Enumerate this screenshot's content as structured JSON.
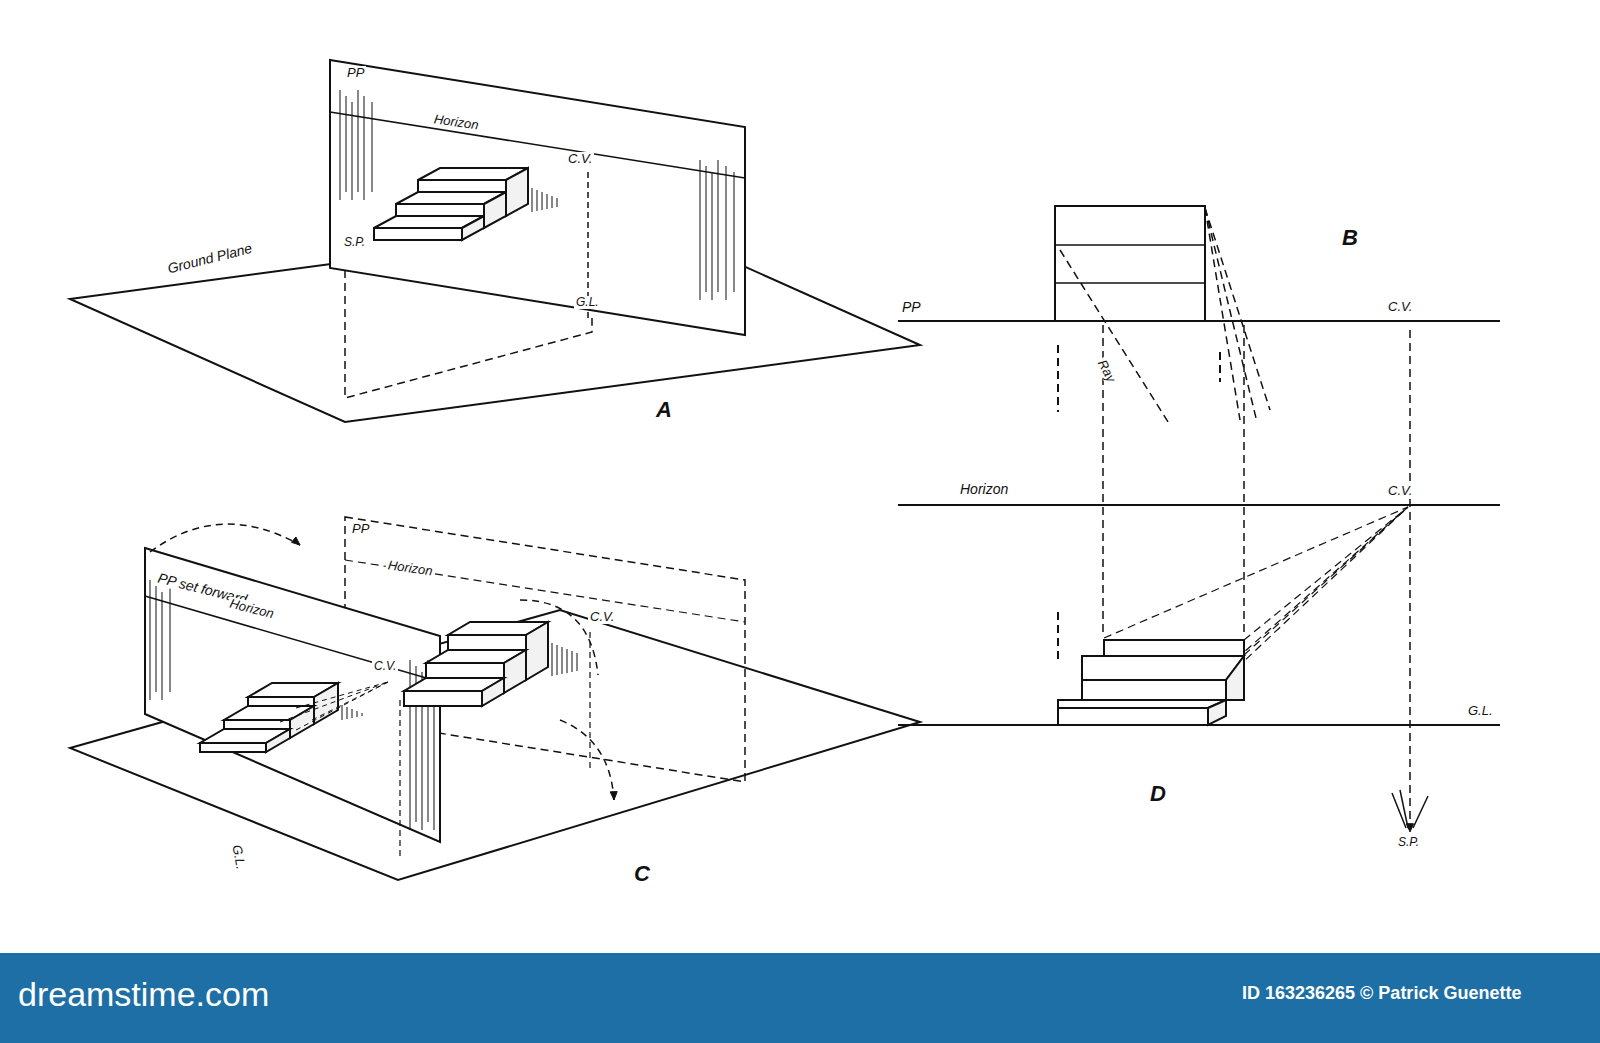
{
  "diagram": {
    "labels": [
      "PP",
      "Horizon",
      "C.V.",
      "S.P.",
      "Ground Plane",
      "G.L.",
      "A",
      "PP",
      "Horizon",
      "PP set forward",
      "Horizon",
      "C.V.",
      "C.V.",
      "G.L.",
      "C",
      "B",
      "PP",
      "C.V.",
      "Ray",
      "Horizon",
      "C.V.",
      "G.L.",
      "D",
      "S.P.",
      "dreamstime.com",
      "ID 163236265 © Patrick Guenette"
    ]
  }
}
